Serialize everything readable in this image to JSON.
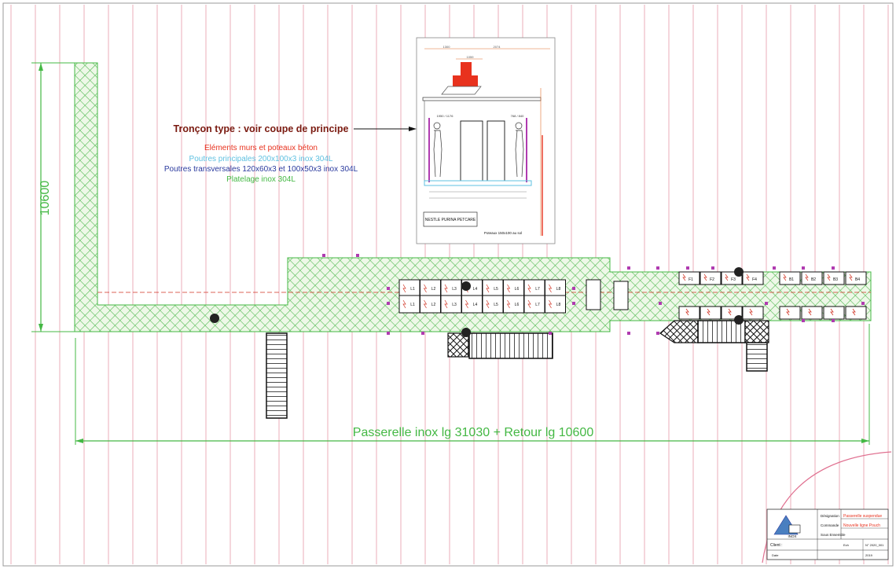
{
  "drawing": {
    "dimension_vertical": "10600",
    "dimension_horizontal": "Passerelle inox lg 31030 + Retour lg 10600",
    "callout_title": "Tronçon type : voir coupe de principe",
    "legend": [
      {
        "text": "Eléments murs et poteaux béton",
        "color": "#e8321e"
      },
      {
        "text": "Poutres principales 200x100x3 inox 304L",
        "color": "#5fc0e0"
      },
      {
        "text": "Poutres transversales 120x60x3 et 100x50x3 inox 304L",
        "color": "#2a3a9e"
      },
      {
        "text": "Platelage inox 304L",
        "color": "#44b844"
      }
    ],
    "section_view": {
      "dim_top_left": "1300",
      "dim_top_mid": "2074",
      "dim_top_small": "1059",
      "dim_left_gap": "1950 / 1176",
      "dim_right_gap": "768 / 840",
      "nameplate": "NESTLE PURINA PETCARE",
      "note": "Poteaux 150x100 au sol"
    },
    "unit_labels_top_row": [
      "L1",
      "L2",
      "L3",
      "L4",
      "L5",
      "L6",
      "L7",
      "L8"
    ],
    "unit_labels_bottom_row": [
      "L1",
      "L2",
      "L3",
      "L4",
      "L5",
      "L6",
      "L7",
      "L8"
    ],
    "right_units_top": [
      "F1",
      "F2",
      "F3",
      "F4",
      "B1",
      "B2",
      "B3",
      "B4"
    ],
    "colors": {
      "grid_red": "#e9a3b3",
      "walkway_green": "#48b848",
      "walkway_fill": "#e8f6e2",
      "black": "#111111",
      "magenta": "#b03bb0",
      "red_axis": "#d03020"
    }
  },
  "title_block": {
    "designation_label": "Désignation",
    "designation_value": "Passerelle suspendue",
    "commande_label": "Commande",
    "commande_value": "Nouvelle ligne Pouch",
    "sous_ensemble_label": "Sous Ensemble",
    "client_label": "Client :",
    "numero": "N° 2020_001",
    "date_label": "Date",
    "ech_label": "Ech",
    "date_value": "2019",
    "logo_text": "INOX"
  }
}
